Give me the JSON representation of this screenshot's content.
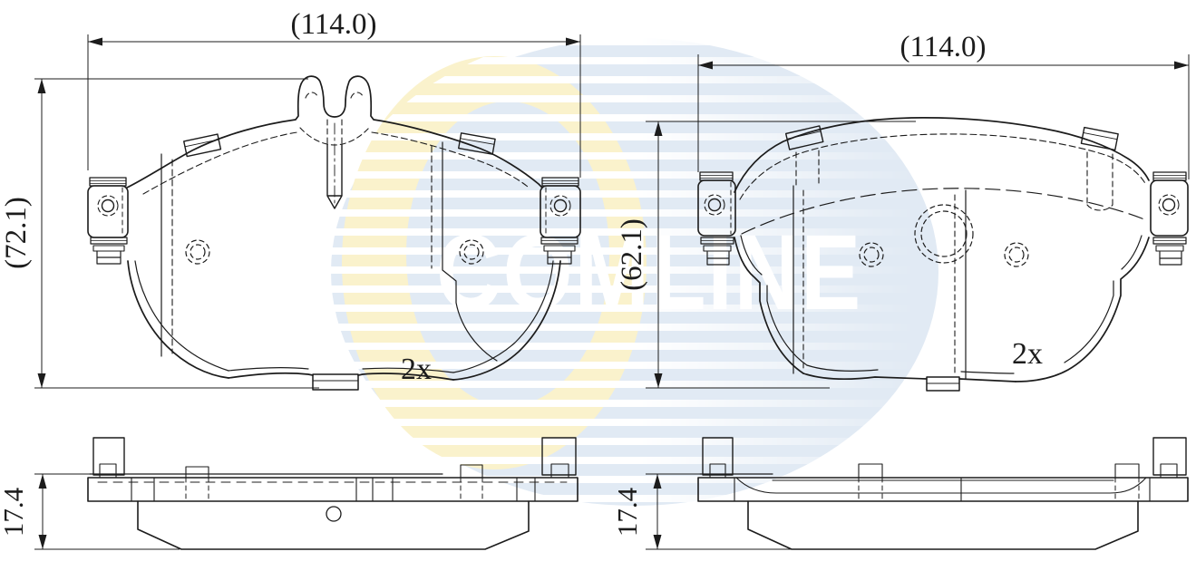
{
  "background_color": "#ffffff",
  "line_color": "#1c1c1c",
  "watermark": {
    "text": "COMLINE",
    "globe_color": "#e1eaf4",
    "ring_color": "#faf2cc",
    "stripe_color": "#ffffff",
    "text_color": "#ffffff"
  },
  "left_view": {
    "width_dim": "(114.0)",
    "height_dim": "(72.1)",
    "thickness_dim": "17.4",
    "quantity": "2x"
  },
  "right_view": {
    "width_dim": "(114.0)",
    "height_dim": "(62.1)",
    "thickness_dim": "17.4",
    "quantity": "2x"
  }
}
